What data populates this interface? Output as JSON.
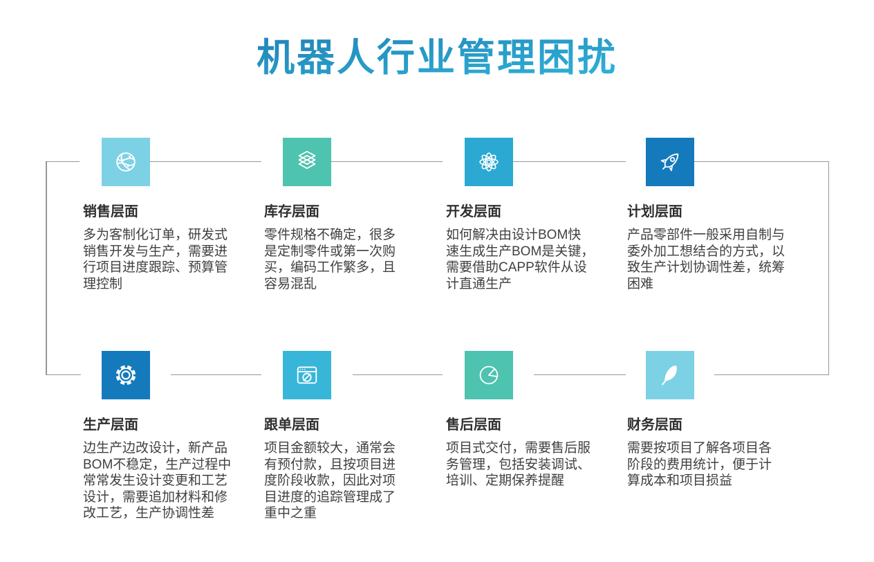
{
  "title": {
    "text": "机器人行业管理困扰"
  },
  "colors": {
    "title_gradient_top": "#1d74ad",
    "title_gradient_bottom": "#31bcde",
    "connector_line": "#979797",
    "light_blue": "#7dd1e5",
    "teal": "#4ec3af",
    "cyan": "#2ba9d3",
    "cyan_light": "#38b6d9",
    "dark_blue": "#147abc",
    "heading_text": "#2f2f2f",
    "body_text": "#404040"
  },
  "cards": [
    {
      "title": "销售层面",
      "icon": "globe-network-icon",
      "color": "#7dd1e5",
      "body": "多为客制化订单，研发式\n销售开发与生产，需要进\n行项目进度跟踪、预算管\n理控制"
    },
    {
      "title": "库存层面",
      "icon": "layers-icon",
      "color": "#4ec3af",
      "body": "零件规格不确定，很多\n是定制零件或第一次购\n买，编码工作繁多，且\n容易混乱"
    },
    {
      "title": "开发层面",
      "icon": "atom-icon",
      "color": "#2ba9d3",
      "body": "如何解决由设计BOM快\n速生成生产BOM是关键，\n需要借助CAPP软件从设\n计直通生产"
    },
    {
      "title": "计划层面",
      "icon": "rocket-icon",
      "color": "#147abc",
      "body": "产品零部件一般采用自制与\n委外加工想结合的方式，以\n致生产计划协调性差，统筹\n困难"
    },
    {
      "title": "生产层面",
      "icon": "gear-icon",
      "color": "#147abc",
      "body": "边生产边改设计，新产品\nBOM不稳定，生产过程中\n常常发生设计变更和工艺\n设计，需要追加材料和修\n改工艺，生产协调性差"
    },
    {
      "title": "跟单层面",
      "icon": "browser-compass-icon",
      "color": "#38b6d9",
      "body": "项目金额较大，通常会\n有预付款，且按项目进\n度阶段收款，因此对项\n目进度的追踪管理成了\n重中之重"
    },
    {
      "title": "售后层面",
      "icon": "pie-chart-icon",
      "color": "#4ec3af",
      "body": "项目式交付，需要售后服\n务管理，包括安装调试、\n培训、定期保养提醒"
    },
    {
      "title": "财务层面",
      "icon": "feather-icon",
      "color": "#7dd1e5",
      "body": "需要按项目了解各项目各\n阶段的费用统计，便于计\n算成本和项目损益"
    }
  ]
}
